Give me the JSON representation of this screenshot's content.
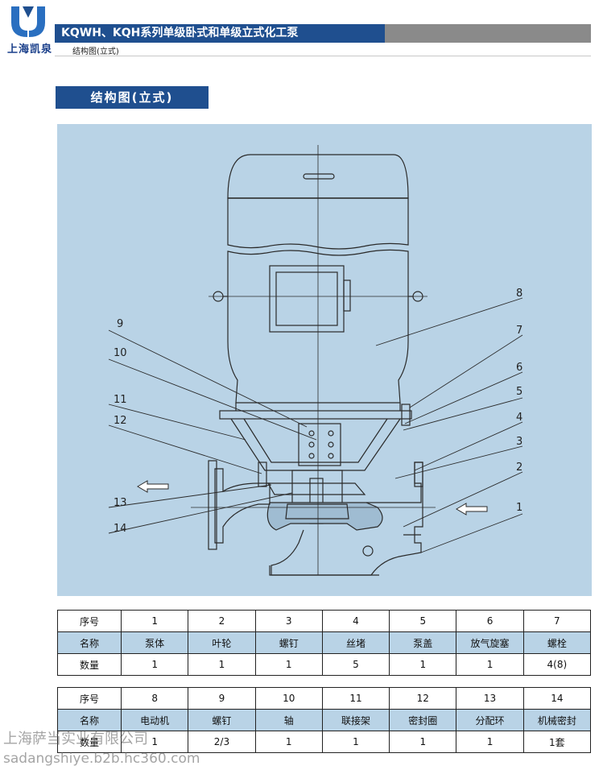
{
  "header": {
    "logo_text": "上海凯泉",
    "title": "KQWH、KQH系列单级卧式和单级立式化工泵",
    "subtitle": "结构图(立式)"
  },
  "section": {
    "title": "结构图(立式)"
  },
  "diagram": {
    "callouts": [
      "1",
      "2",
      "3",
      "4",
      "5",
      "6",
      "7",
      "8",
      "9",
      "10",
      "11",
      "12",
      "13",
      "14"
    ],
    "colors": {
      "background": "#b9d3e6",
      "line": "#2a2a2a"
    }
  },
  "table1": {
    "rows": [
      {
        "label": "序号",
        "cells": [
          "1",
          "2",
          "3",
          "4",
          "5",
          "6",
          "7"
        ]
      },
      {
        "label": "名称",
        "cells": [
          "泵体",
          "叶轮",
          "螺钉",
          "丝堵",
          "泵盖",
          "放气旋塞",
          "螺栓"
        ]
      },
      {
        "label": "数量",
        "cells": [
          "1",
          "1",
          "1",
          "5",
          "1",
          "1",
          "4(8)"
        ]
      }
    ]
  },
  "table2": {
    "rows": [
      {
        "label": "序号",
        "cells": [
          "8",
          "9",
          "10",
          "11",
          "12",
          "13",
          "14"
        ]
      },
      {
        "label": "名称",
        "cells": [
          "电动机",
          "螺钉",
          "轴",
          "联接架",
          "密封圈",
          "分配环",
          "机械密封"
        ]
      },
      {
        "label": "数量",
        "cells": [
          "1",
          "2/3",
          "1",
          "1",
          "1",
          "1",
          "1套"
        ]
      }
    ]
  },
  "watermark": {
    "line1": "上海萨当实业有限公司",
    "line2": "sadangshiye.b2b.hc360.com"
  },
  "colors": {
    "brand": "#1f4f8f",
    "header_gray": "#8a8a8a",
    "panel": "#b9d3e6"
  }
}
